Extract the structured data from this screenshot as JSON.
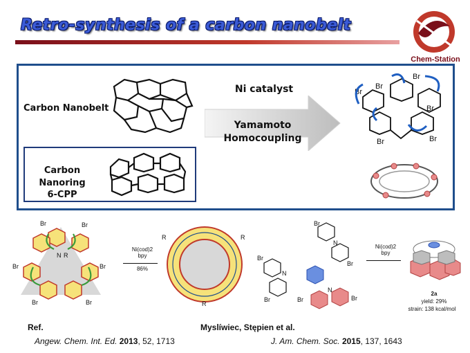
{
  "title": "Retro-synthesis of a carbon nanobelt",
  "brand": "Chem-Station",
  "labels": {
    "nanobelt": "Carbon  Nanobelt",
    "nanoring_line1": "Carbon  Nanoring",
    "nanoring_line2": "6-CPP",
    "catalyst": "Ni  catalyst",
    "method_line1": "Yamamoto",
    "method_line2": "Homocoupling",
    "br": "Br",
    "r": "R",
    "n": "N"
  },
  "scheme_left": {
    "reagent_line1": "Ni(cod)2",
    "reagent_line2": "bpy",
    "yield": "86%"
  },
  "scheme_right": {
    "reagent_line1": "Ni(cod)2",
    "reagent_line2": "bpy",
    "compound": "2a",
    "yield": "yield: 29%",
    "strain": "strain: 138 kcal/mol"
  },
  "refs": {
    "heading": "Ref.",
    "authors": "Myslíwiec, Stępien et al.",
    "cite1_journal": "Angew. Chem. Int. Ed.",
    "cite1_year": "2013",
    "cite1_rest": ", 52, 1713",
    "cite2_journal": "J. Am. Chem. Soc.",
    "cite2_year": "2015",
    "cite2_rest": ", 137, 1643"
  },
  "colors": {
    "title": "#3b5bd6",
    "frame": "#1f4e8c",
    "bar": "#7a0f1a",
    "arrow_blue": "#1f5fc2",
    "hex_yellow": "#f6e27a",
    "hex_red": "#e88a8a"
  }
}
